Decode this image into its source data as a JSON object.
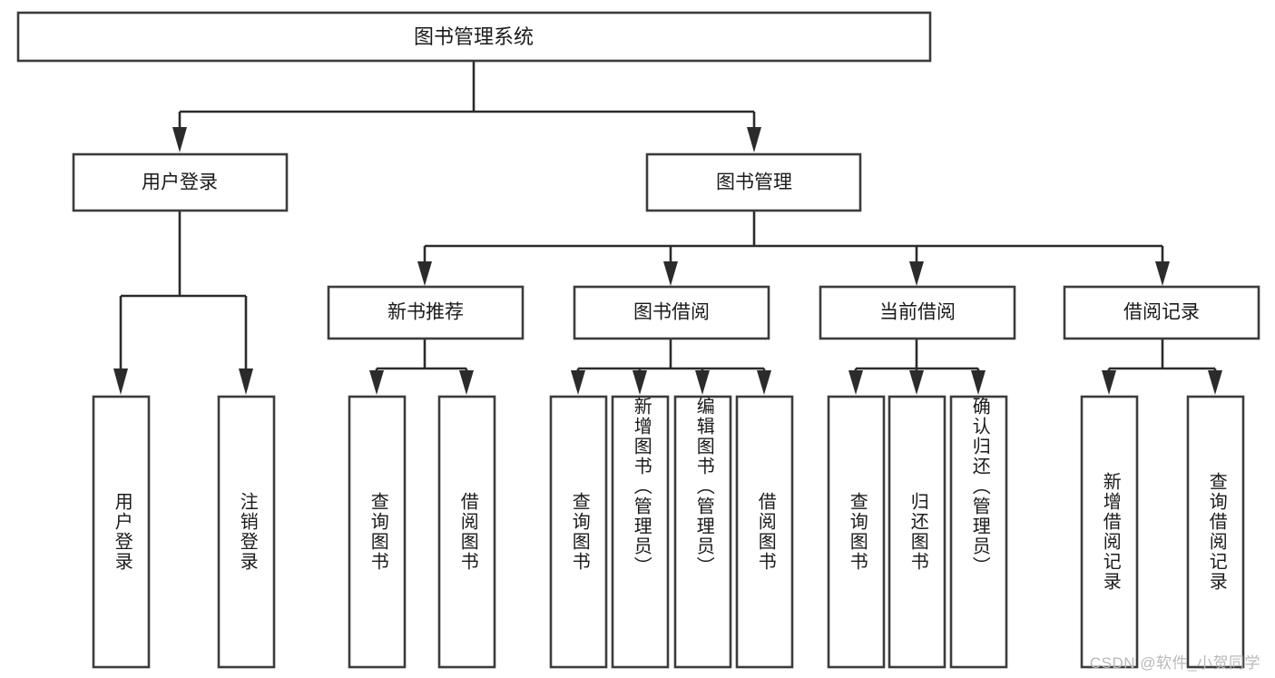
{
  "diagram": {
    "type": "tree",
    "title": "图书管理系统",
    "orientation": "top-down",
    "background_color": "#ffffff",
    "box_stroke_color": "#3c3c3c",
    "connector_color": "#2b2b2b",
    "text_color": "#1a1a1a"
  },
  "root": {
    "label": "图书管理系统"
  },
  "level2": {
    "user_login": {
      "label": "用户登录"
    },
    "book_manage": {
      "label": "图书管理"
    }
  },
  "level3": {
    "new_book": {
      "label": "新书推荐"
    },
    "borrow_book": {
      "label": "图书借阅"
    },
    "current_borrow": {
      "label": "当前借阅"
    },
    "borrow_record": {
      "label": "借阅记录"
    }
  },
  "leaves": {
    "user_login": [
      {
        "label": "用户登录"
      },
      {
        "label": "注销登录"
      }
    ],
    "new_book": [
      {
        "label": "查询图书"
      },
      {
        "label": "借阅图书"
      }
    ],
    "borrow_book": [
      {
        "label": "查询图书"
      },
      {
        "label": "新增图书（管理员）"
      },
      {
        "label": "编辑图书（管理员）"
      },
      {
        "label": "借阅图书"
      }
    ],
    "current_borrow": [
      {
        "label": "查询图书"
      },
      {
        "label": "归还图书"
      },
      {
        "label": "确认归还（管理员）"
      }
    ],
    "borrow_record": [
      {
        "label": "新增借阅记录"
      },
      {
        "label": "查询借阅记录"
      }
    ]
  },
  "watermark": {
    "text": "CSDN @软件_小贺同学"
  }
}
